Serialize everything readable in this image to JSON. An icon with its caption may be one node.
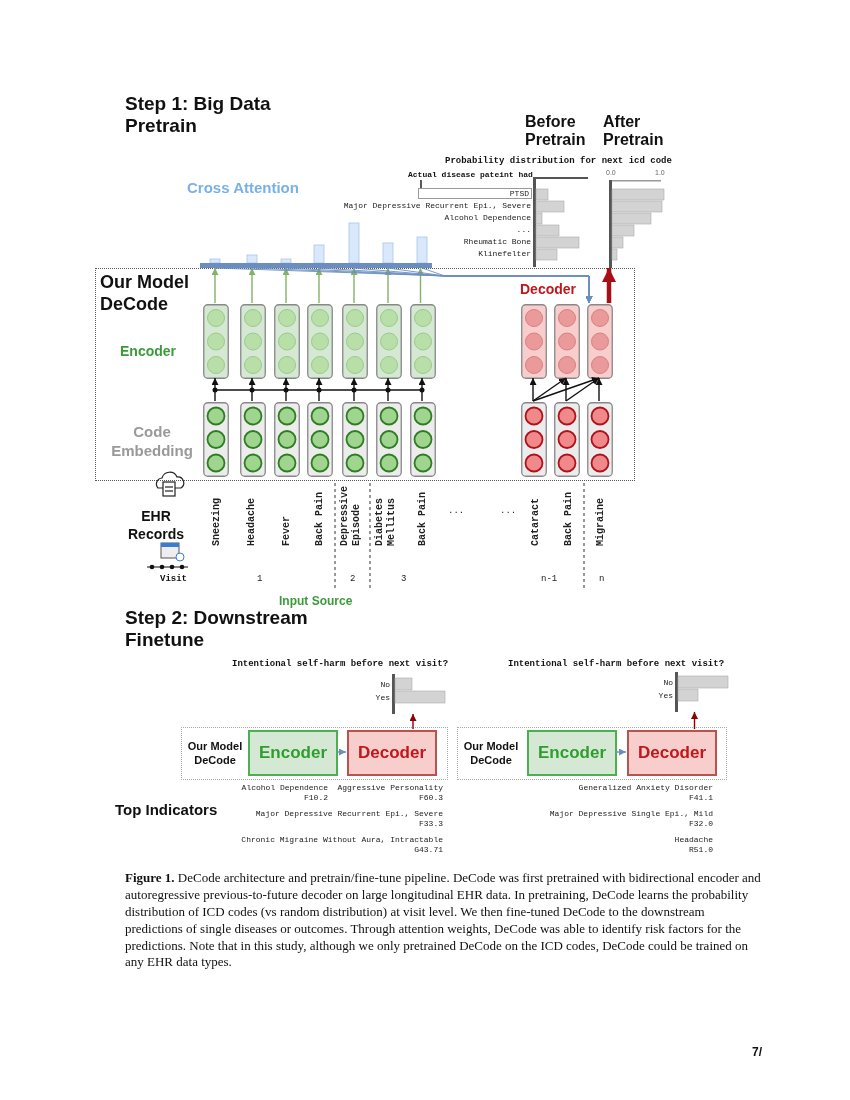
{
  "diagram": {
    "caption": "**Figure 1.** DeCode architecture and pretrain/fine-tune pipeline. DeCode was first pretrained with bidirectional encoder and autoregressive previous-to-future decoder on large longitudinal EHR data. In pretraining, DeCode learns the probability distribution of ICD codes (vs random distribution) at visit level. We then fine-tuned DeCode to the downstream predictions of single diseases or outcomes. Through attention weights, DeCode was able to identify risk factors for the predictions. Note that in this study, although we only pretrained DeCode on the ICD codes, DeCode could be trained on any EHR data types.",
    "nodes": [
      {
        "text": [
          "Our Model DeCode"
        ]
      },
      {
        "text": [],
        "shape": "box",
        "in": 0
      },
      {
        "text": [],
        "shape": "box",
        "in": 0
      },
      {
        "text": [],
        "shape": "box",
        "in": 0
      },
      {
        "text": [],
        "shape": "box",
        "in": 0
      },
      {
        "text": [],
        "shape": "box",
        "in": 0
      },
      {
        "text": [],
        "shape": "box",
        "in": 0
      },
      {
        "text": [],
        "shape": "box",
        "in": 0
      },
      {
        "text": [],
        "shape": "box",
        "in": 0
      },
      {
        "text": [],
        "shape": "box",
        "in": 0
      },
      {
        "text": [],
        "shape": "box",
        "in": 0
      },
      {
        "text": [],
        "shape": "box",
        "in": 0
      },
      {
        "text": [],
        "shape": "box",
        "in": 0
      },
      {
        "text": [],
        "shape": "box",
        "in": 0
      },
      {
        "text": [],
        "shape": "box",
        "in": 0
      },
      {
        "text": [],
        "shape": "box",
        "in": 0
      },
      {
        "text": [],
        "shape": "box",
        "in": 0
      },
      {
        "text": [],
        "shape": "box",
        "in": 0
      },
      {
        "text": [],
        "shape": "box",
        "in": 0
      },
      {
        "text": [],
        "shape": "box",
        "in": 0
      },
      {
        "text": [],
        "shape": "box",
        "in": 0
      },
      {
        "text": [],
        "shape": "bar"
      },
      {
        "text": [],
        "shape": "chart"
      },
      {
        "text": [
          "Our Model DeCode"
        ]
      },
      {
        "text": [
          "Encoder"
        ],
        "in": 23
      },
      {
        "text": [
          "Decoder"
        ],
        "in": 23
      },
      {
        "text": [],
        "shape": "chart"
      },
      {
        "text": [
          "Our Model DeCode"
        ]
      },
      {
        "text": [
          "Encoder"
        ],
        "in": 27
      },
      {
        "text": [
          "Decoder"
        ],
        "in": 27
      },
      {
        "text": [],
        "shape": "chart"
      },
      {
        "text": [
          "Actual disease pateint had"
        ]
      },
      {
        "text": [
          "PTSD"
        ]
      }
    ],
    "edges": [
      {
        "from": 1,
        "to": 21,
        "arrow": "to",
        "color": "#82b366"
      },
      {
        "from": 2,
        "to": 21,
        "arrow": "to",
        "color": "#82b366"
      },
      {
        "from": 3,
        "to": 21,
        "arrow": "to",
        "color": "#82b366"
      },
      {
        "from": 4,
        "to": 21,
        "arrow": "to",
        "color": "#82b366"
      },
      {
        "from": 5,
        "to": 21,
        "arrow": "to",
        "color": "#82b366"
      },
      {
        "from": 6,
        "to": 21,
        "arrow": "to",
        "color": "#82b366"
      },
      {
        "from": 7,
        "to": 21,
        "arrow": "to",
        "color": "#82b366"
      },
      {
        "from": 11,
        "to": 1,
        "arrow": "to"
      },
      {
        "from": 12,
        "to": 2,
        "arrow": "to"
      },
      {
        "from": 13,
        "to": 3,
        "arrow": "to"
      },
      {
        "from": 14,
        "to": 4,
        "arrow": "to"
      },
      {
        "from": 15,
        "to": 5,
        "arrow": "to"
      },
      {
        "from": 16,
        "to": 6,
        "arrow": "to"
      },
      {
        "from": 17,
        "to": 7,
        "arrow": "to"
      },
      {
        "from": 18,
        "to": 8,
        "arrow": "to"
      },
      {
        "from": 19,
        "to": 9,
        "arrow": "to"
      },
      {
        "from": 20,
        "to": 10,
        "arrow": "to"
      },
      {
        "from": 18,
        "to": 9,
        "arrow": "to"
      },
      {
        "from": 18,
        "to": 10,
        "arrow": "to"
      },
      {
        "from": 19,
        "to": 10,
        "arrow": "to"
      },
      {
        "from": 21,
        "to": 10,
        "arrow": "to",
        "color": "#6c8ebf"
      },
      {
        "from": 21,
        "to": 10,
        "arrow": "to",
        "color": "#6c8ebf"
      },
      {
        "from": 21,
        "to": 10,
        "arrow": "to",
        "color": "#6c8ebf"
      },
      {
        "from": 21,
        "to": 10,
        "arrow": "to",
        "color": "#6c8ebf"
      },
      {
        "from": 21,
        "to": 10,
        "arrow": "to",
        "color": "#6c8ebf"
      },
      {
        "from": 21,
        "to": 10,
        "arrow": "to",
        "color": "#6c8ebf"
      },
      {
        "from": 21,
        "to": 10,
        "arrow": "to",
        "color": "#6c8ebf"
      },
      {
        "from": 10,
        "to": 22,
        "arrow": "to",
        "style": "thick",
        "color": "#a50f15"
      },
      {
        "from": 24,
        "to": 25,
        "arrow": "to",
        "color": "#6c8ebf"
      },
      {
        "from": 25,
        "to": 26,
        "arrow": "to",
        "color": "#8b0000"
      },
      {
        "from": 28,
        "to": 29,
        "arrow": "to",
        "color": "#6c8ebf"
      },
      {
        "from": 29,
        "to": 30,
        "arrow": "to",
        "color": "#8b0000"
      },
      {
        "from": 31,
        "to": 32,
        "arrow": "none"
      }
    ],
    "labels": [
      "Step 1: Big Data Pretrain",
      "Cross Attention",
      "Before Pretrain",
      "After Pretrain",
      "Probability distribution for next icd code",
      "Major Depressive Recurrent Epi., Severe",
      "Alcohol Dependence",
      "...",
      "Rheumatic Bone",
      "Klinefelter",
      "0.0",
      "1.0",
      "Decoder",
      "Encoder",
      "Code Embedding",
      "EHR Records",
      "Sneezing",
      "Headache",
      "Fever",
      "Back Pain",
      "Depressive Episode",
      "Diabetes Mellitus",
      "Back Pain",
      "...",
      "...",
      "Cataract",
      "Back Pain",
      "Migraine",
      "Visit",
      "1",
      "2",
      "3",
      "n-1",
      "n",
      "Input Source",
      "Step 2: Downstream Finetune",
      "Intentional self-harm before next visit?",
      "No",
      "Yes",
      "Intentional self-harm before next visit?",
      "No",
      "Yes",
      "Top Indicators",
      "Alcohol Dependence F10.2",
      "Aggressive Personality F60.3",
      "Major Depressive Recurrent Epi., Severe F33.3",
      "Chronic Migraine Without Aura, Intractable G43.71",
      "Generalized Anxiety Disorder F41.1",
      "Major Depressive Single Epi., Mild F32.0",
      "Headache R51.0",
      "7/"
    ]
  }
}
